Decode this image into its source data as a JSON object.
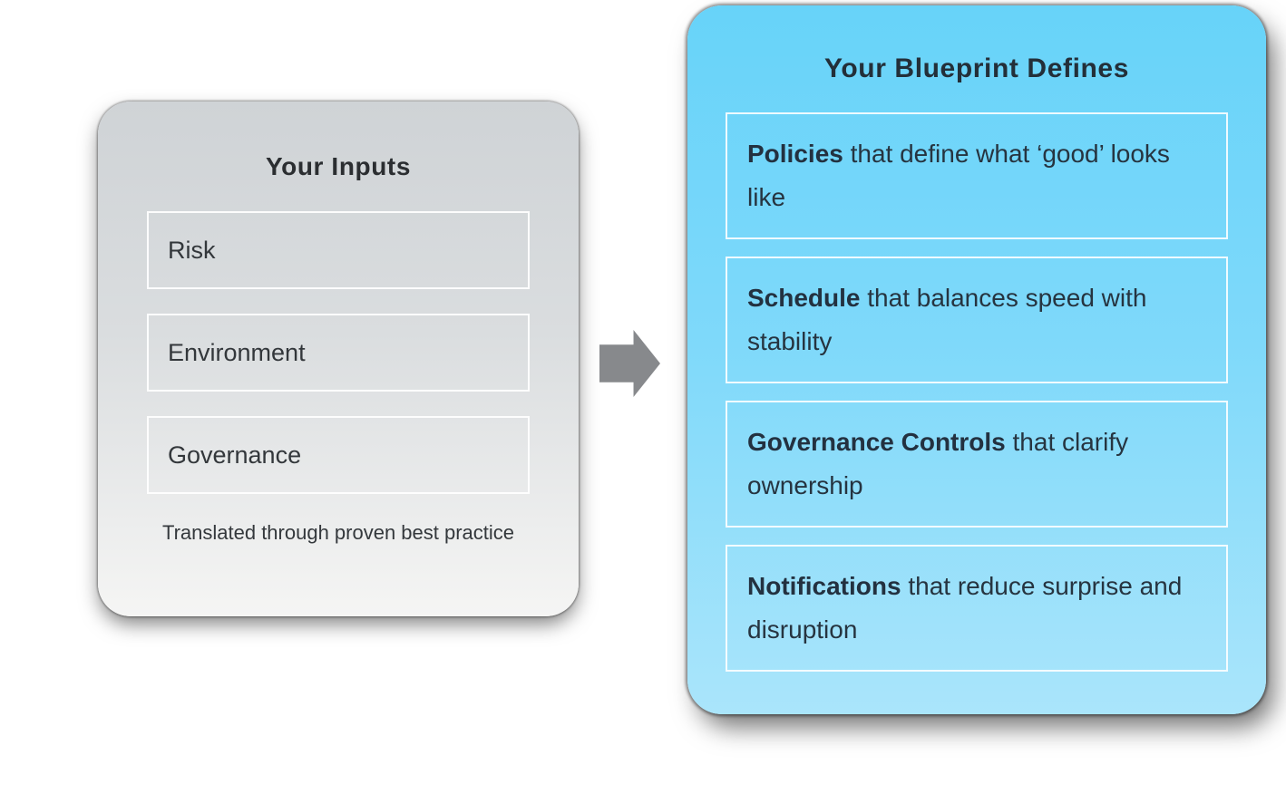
{
  "inputs_card": {
    "title": "Your Inputs",
    "items": [
      {
        "label": "Risk"
      },
      {
        "label": "Environment"
      },
      {
        "label": "Governance"
      }
    ],
    "caption": "Translated through proven best practice",
    "bg_top": "#cfd3d6",
    "bg_bottom": "#f5f5f4",
    "box_border": "#ffffff"
  },
  "arrow": {
    "direction": "right",
    "color": "#87898c"
  },
  "blueprint_card": {
    "title": "Your Blueprint Defines",
    "items": [
      {
        "bold": "Policies",
        "rest": " that define what ‘good’ looks like"
      },
      {
        "bold": "Schedule",
        "rest": " that balances speed with stability"
      },
      {
        "bold": "Governance Controls",
        "rest": " that clarify ownership"
      },
      {
        "bold": "Notifications",
        "rest": " that reduce surprise and disruption"
      }
    ],
    "bg_top": "#67d3f9",
    "bg_bottom": "#aae5fb",
    "box_border": "#ffffff",
    "text_color": "#263440"
  }
}
